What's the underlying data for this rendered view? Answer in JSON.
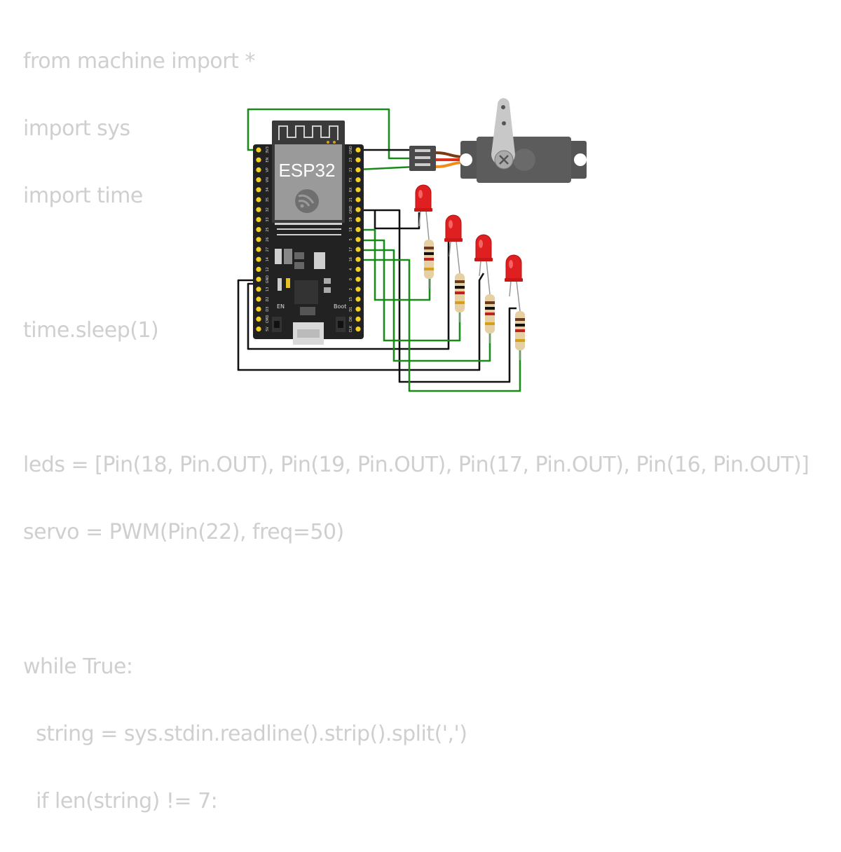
{
  "code_lines": [
    "from machine import *",
    "import sys",
    "import time",
    "",
    "time.sleep(1)",
    "",
    "leds = [Pin(18, Pin.OUT), Pin(19, Pin.OUT), Pin(17, Pin.OUT), Pin(16, Pin.OUT)]",
    "servo = PWM(Pin(22), freq=50)",
    "",
    "while True:",
    "  string = sys.stdin.readline().strip().split(',')",
    "  if len(string) != 7:"
  ],
  "board": {
    "module_label": "ESP32",
    "en_label": "EN",
    "boot_label": "Boot",
    "left_pins": [
      "3V3",
      "EN",
      "VP",
      "VN",
      "34",
      "35",
      "32",
      "33",
      "25",
      "26",
      "27",
      "14",
      "12",
      "GND",
      "13",
      "D2",
      "D3",
      "CMD",
      "5V"
    ],
    "right_pins": [
      "GND",
      "23",
      "22",
      "TX",
      "RX",
      "21",
      "GND",
      "19",
      "18",
      "5",
      "17",
      "16",
      "4",
      "0",
      "2",
      "15",
      "D1",
      "D0",
      "CLK"
    ]
  },
  "colors": {
    "code_text": "#cfcfcf",
    "wire_green": "#1a8a1a",
    "wire_black": "#111111",
    "board": "#222222",
    "led_red": "#e02020",
    "servo_body": "#555555",
    "pin_gold": "#f2d024"
  }
}
